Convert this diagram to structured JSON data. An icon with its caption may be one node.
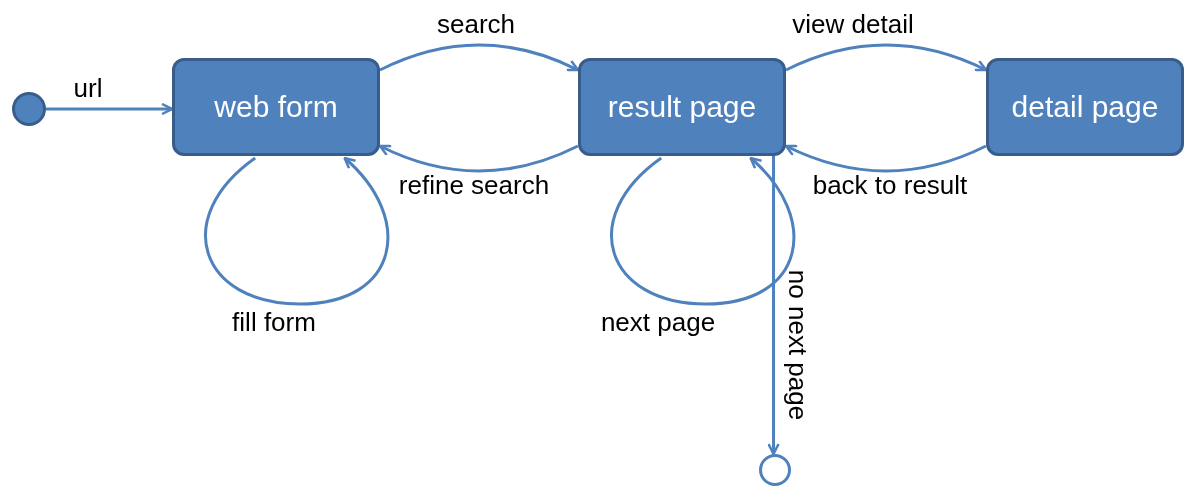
{
  "diagram": {
    "nodes": [
      {
        "text": [],
        "shape": "circle"
      },
      {
        "text": [
          "web form"
        ]
      },
      {
        "text": [
          "result page"
        ]
      },
      {
        "text": [
          "detail page"
        ]
      },
      {
        "text": [],
        "shape": "circle"
      }
    ],
    "edges": [
      {
        "from": 0,
        "to": 1,
        "arrow": "to",
        "label": "url"
      },
      {
        "from": 1,
        "to": 2,
        "arrow": "to",
        "label": "search"
      },
      {
        "from": 2,
        "to": 1,
        "arrow": "to",
        "label": "refine search"
      },
      {
        "from": 1,
        "to": 1,
        "arrow": "to",
        "label": "fill form"
      },
      {
        "from": 2,
        "to": 3,
        "arrow": "to",
        "label": "view detail"
      },
      {
        "from": 3,
        "to": 2,
        "arrow": "to",
        "label": "back to result"
      },
      {
        "from": 2,
        "to": 2,
        "arrow": "to",
        "label": "next page"
      },
      {
        "from": 2,
        "to": 4,
        "arrow": "to",
        "label": "no next page"
      }
    ]
  }
}
